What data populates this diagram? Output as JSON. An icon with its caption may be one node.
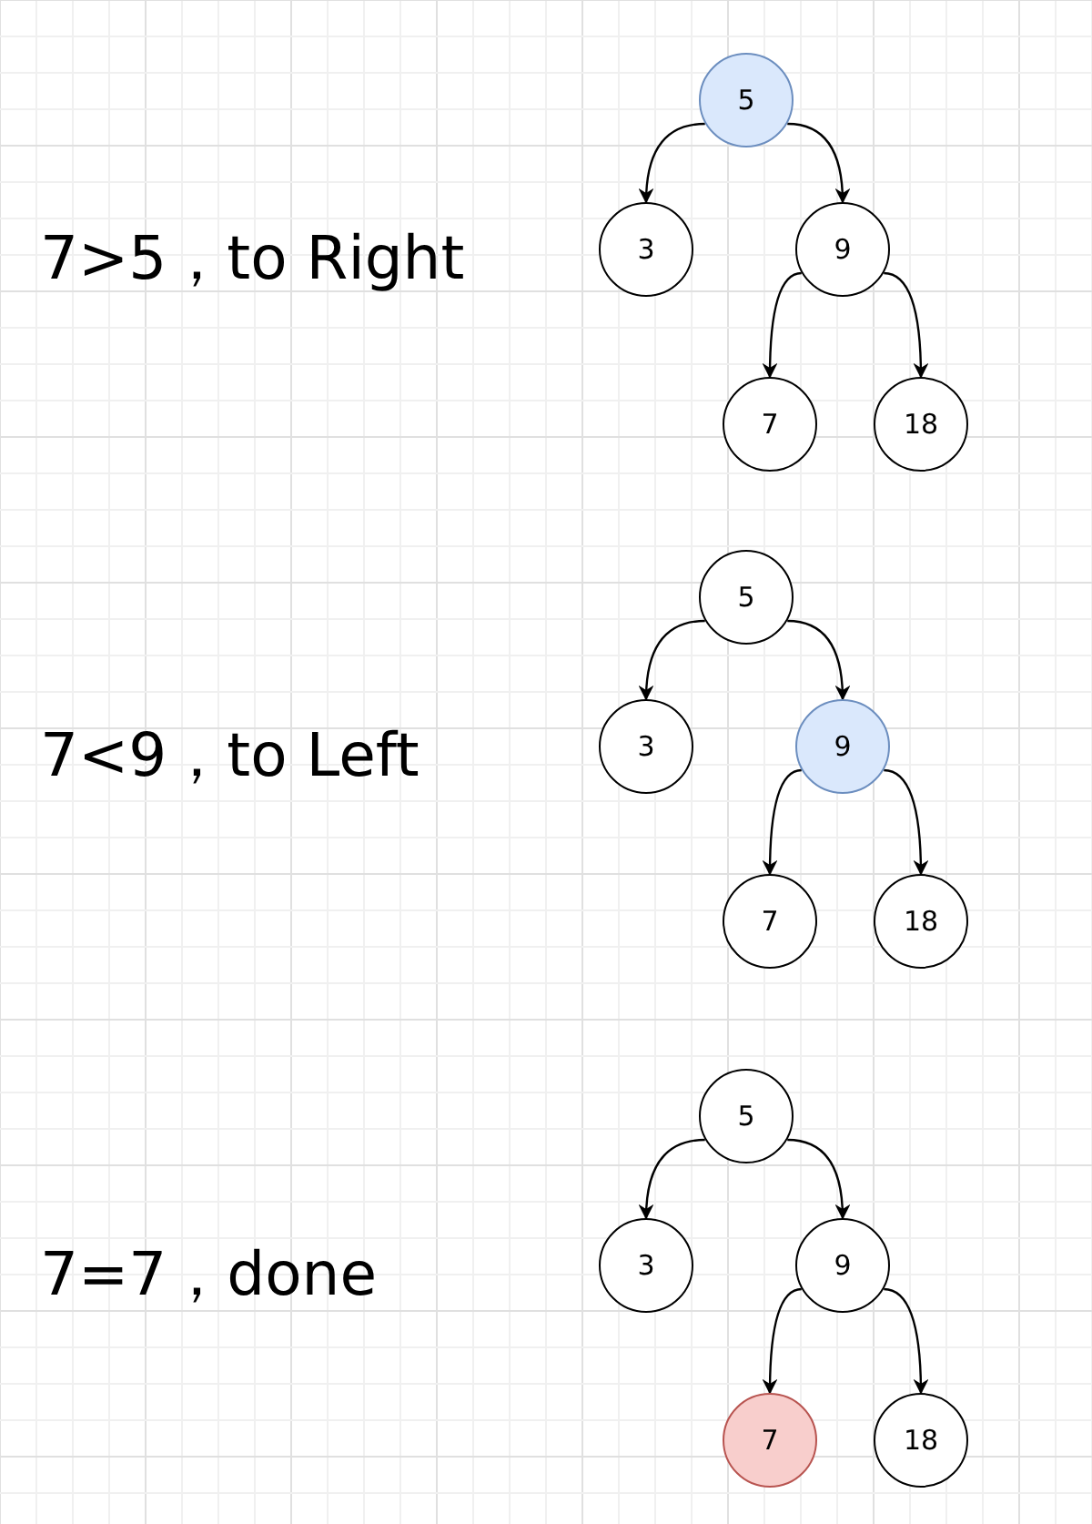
{
  "diagram": {
    "nodes": [
      {
        "text": [
          "5"
        ]
      },
      {
        "text": [
          "3"
        ]
      },
      {
        "text": [
          "9"
        ]
      },
      {
        "text": [
          "7"
        ]
      },
      {
        "text": [
          "18"
        ]
      },
      {
        "text": [
          "5"
        ]
      },
      {
        "text": [
          "3"
        ]
      },
      {
        "text": [
          "9"
        ]
      },
      {
        "text": [
          "7"
        ]
      },
      {
        "text": [
          "18"
        ]
      },
      {
        "text": [
          "5"
        ]
      },
      {
        "text": [
          "3"
        ]
      },
      {
        "text": [
          "9"
        ]
      },
      {
        "text": [
          "7"
        ]
      },
      {
        "text": [
          "18"
        ]
      }
    ],
    "edges": [
      {
        "from": 0,
        "to": 1,
        "arrow": "to"
      },
      {
        "from": 0,
        "to": 2,
        "arrow": "to"
      },
      {
        "from": 2,
        "to": 3,
        "arrow": "to"
      },
      {
        "from": 2,
        "to": 4,
        "arrow": "to"
      },
      {
        "from": 5,
        "to": 6,
        "arrow": "to"
      },
      {
        "from": 5,
        "to": 7,
        "arrow": "to"
      },
      {
        "from": 7,
        "to": 8,
        "arrow": "to"
      },
      {
        "from": 7,
        "to": 9,
        "arrow": "to"
      },
      {
        "from": 10,
        "to": 11,
        "arrow": "to"
      },
      {
        "from": 10,
        "to": 12,
        "arrow": "to"
      },
      {
        "from": 12,
        "to": 13,
        "arrow": "to"
      },
      {
        "from": 12,
        "to": 14,
        "arrow": "to"
      }
    ],
    "labels": [
      "7>5，to Right",
      "7<9，to Left",
      "7=7，done"
    ]
  }
}
